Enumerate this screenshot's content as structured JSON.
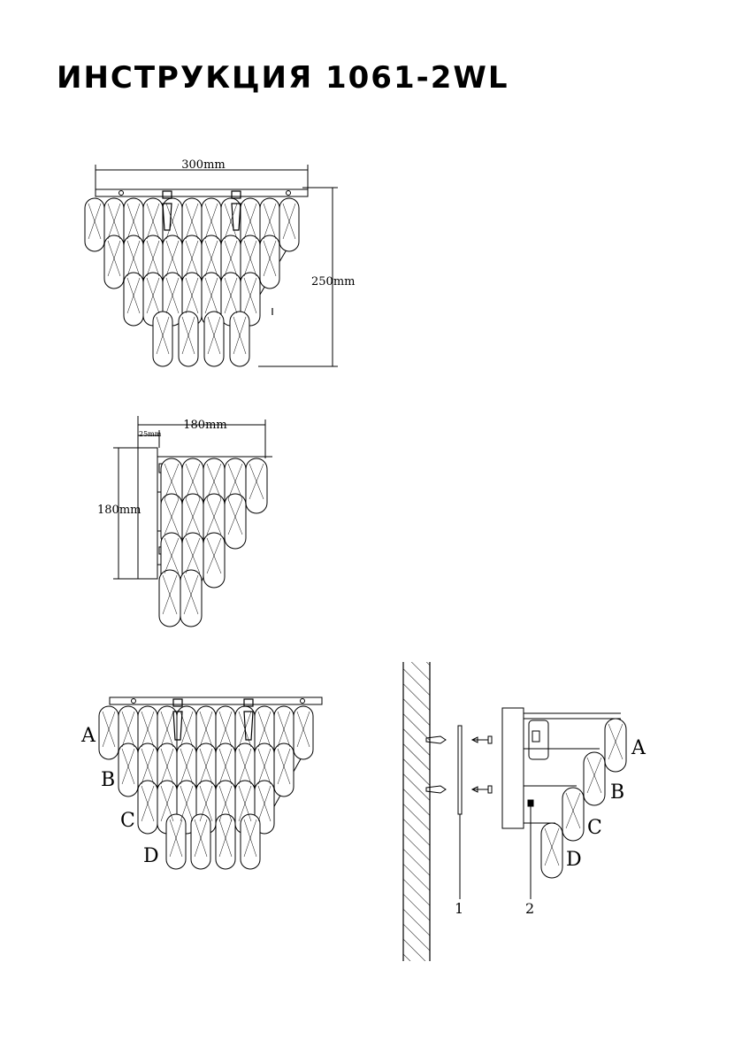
{
  "title": "ИНСТРУКЦИЯ 1061-2WL",
  "front_view": {
    "width_label": "300mm",
    "height_label": "250mm"
  },
  "side_view": {
    "depth_label": "180mm",
    "plate_label": "25mm",
    "height_label": "180mm"
  },
  "tier_labels": [
    "A",
    "B",
    "C",
    "D"
  ],
  "install_view": {
    "part_labels": [
      "1",
      "2"
    ],
    "tier_labels": [
      "A",
      "B",
      "C",
      "D"
    ]
  }
}
